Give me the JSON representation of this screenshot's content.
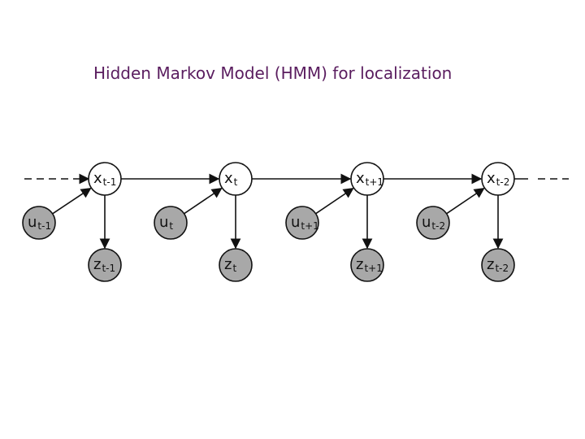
{
  "title": "Hidden Markov Model (HMM) for localization",
  "colors": {
    "title": "#5a1d5f",
    "hidden_fill": "#ffffff",
    "observed_fill": "#a8a8a8",
    "edge": "#111111"
  },
  "nodes": [
    {
      "id": "x1",
      "var": "x",
      "sub": "t-1",
      "kind": "hidden"
    },
    {
      "id": "x2",
      "var": "x",
      "sub": "t",
      "kind": "hidden"
    },
    {
      "id": "x3",
      "var": "x",
      "sub": "t+1",
      "kind": "hidden"
    },
    {
      "id": "x4",
      "var": "x",
      "sub": "t-2",
      "kind": "hidden"
    },
    {
      "id": "u1",
      "var": "u",
      "sub": "t-1",
      "kind": "observed"
    },
    {
      "id": "u2",
      "var": "u",
      "sub": "t",
      "kind": "observed"
    },
    {
      "id": "u3",
      "var": "u",
      "sub": "t+1",
      "kind": "observed"
    },
    {
      "id": "u4",
      "var": "u",
      "sub": "t-2",
      "kind": "observed"
    },
    {
      "id": "z1",
      "var": "z",
      "sub": "t-1",
      "kind": "observed"
    },
    {
      "id": "z2",
      "var": "z",
      "sub": "t",
      "kind": "observed"
    },
    {
      "id": "z3",
      "var": "z",
      "sub": "t+1",
      "kind": "observed"
    },
    {
      "id": "z4",
      "var": "z",
      "sub": "t-2",
      "kind": "observed"
    }
  ],
  "edges": [
    {
      "from": "x1",
      "to": "x2"
    },
    {
      "from": "x2",
      "to": "x3"
    },
    {
      "from": "x3",
      "to": "x4"
    },
    {
      "from": "u1",
      "to": "x1"
    },
    {
      "from": "u2",
      "to": "x2"
    },
    {
      "from": "u3",
      "to": "x3"
    },
    {
      "from": "u4",
      "to": "x4"
    },
    {
      "from": "x1",
      "to": "z1"
    },
    {
      "from": "x2",
      "to": "z2"
    },
    {
      "from": "x3",
      "to": "z3"
    },
    {
      "from": "x4",
      "to": "z4"
    }
  ]
}
